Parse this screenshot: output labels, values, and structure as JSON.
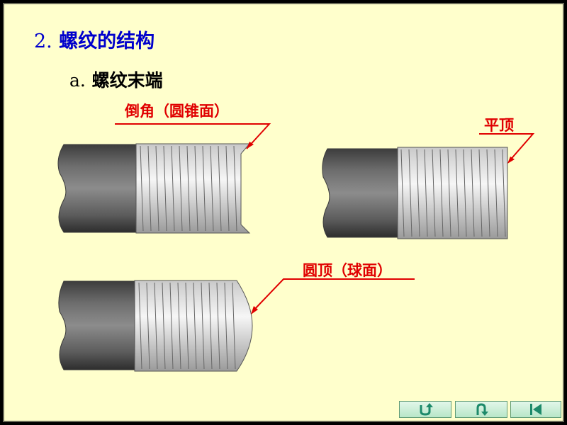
{
  "slide": {
    "heading_num": "2.",
    "heading_text": "螺纹的结构",
    "sub_num": "a.",
    "sub_text": "螺纹末端"
  },
  "labels": {
    "chamfer": "倒角（圆锥面）",
    "flat_top": "平顶",
    "round_top": "圆顶（球面）"
  },
  "icons": {
    "back": "u-turn-icon",
    "up": "return-icon",
    "first": "first-page-icon"
  },
  "colors": {
    "background": "#ffffcc",
    "heading": "#0000cc",
    "label": "#e00000",
    "leader": "#e00000"
  }
}
